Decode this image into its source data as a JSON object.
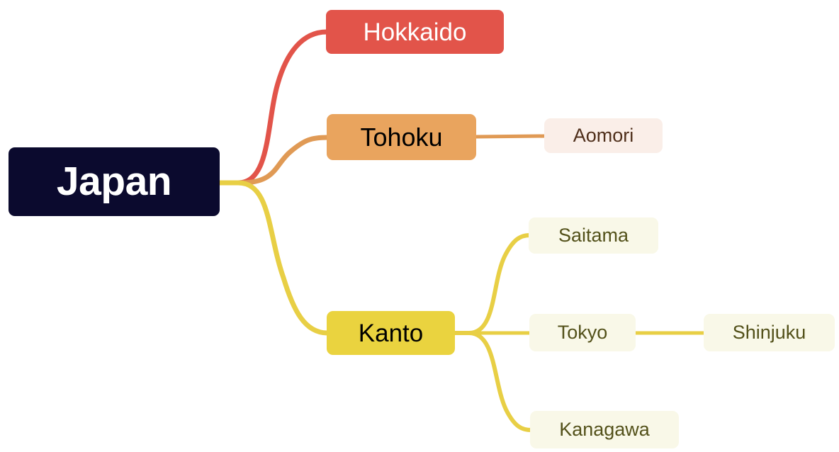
{
  "diagram": {
    "type": "mindmap",
    "title": "Japan regions mindmap",
    "background_color": "#ffffff",
    "root": {
      "label": "Japan",
      "fill": "#0b0a2e",
      "text_color": "#ffffff"
    },
    "branches": [
      {
        "label": "Hokkaido",
        "fill": "#e2544a",
        "text_color": "#ffffff",
        "edge_color": "#e2544a",
        "children": []
      },
      {
        "label": "Tohoku",
        "fill": "#e9a45e",
        "text_color": "#000000",
        "edge_color": "#e09a55",
        "children": [
          {
            "label": "Aomori",
            "fill": "#faeee8",
            "text_color": "#4f2f1b",
            "edge_color": "#e09a55",
            "children": []
          }
        ]
      },
      {
        "label": "Kanto",
        "fill": "#ead33f",
        "text_color": "#000000",
        "edge_color": "#e8cf45",
        "children": [
          {
            "label": "Saitama",
            "fill": "#f9f8e8",
            "text_color": "#53511a",
            "edge_color": "#e8cf45",
            "children": []
          },
          {
            "label": "Tokyo",
            "fill": "#f9f8e8",
            "text_color": "#53511a",
            "edge_color": "#e8cf45",
            "children": [
              {
                "label": "Shinjuku",
                "fill": "#f9f8e8",
                "text_color": "#53511a",
                "edge_color": "#e8cf45",
                "children": []
              }
            ]
          },
          {
            "label": "Kanagawa",
            "fill": "#f9f8e8",
            "text_color": "#53511a",
            "edge_color": "#e8cf45",
            "children": []
          }
        ]
      }
    ],
    "edges": [
      {
        "from": "Japan",
        "to": "Hokkaido",
        "color": "#e2544a"
      },
      {
        "from": "Japan",
        "to": "Tohoku",
        "color": "#e09a55"
      },
      {
        "from": "Japan",
        "to": "Kanto",
        "color": "#e8cf45"
      },
      {
        "from": "Tohoku",
        "to": "Aomori",
        "color": "#e09a55"
      },
      {
        "from": "Kanto",
        "to": "Saitama",
        "color": "#e8cf45"
      },
      {
        "from": "Kanto",
        "to": "Tokyo",
        "color": "#e8cf45"
      },
      {
        "from": "Kanto",
        "to": "Kanagawa",
        "color": "#e8cf45"
      },
      {
        "from": "Tokyo",
        "to": "Shinjuku",
        "color": "#e8cf45"
      }
    ]
  }
}
